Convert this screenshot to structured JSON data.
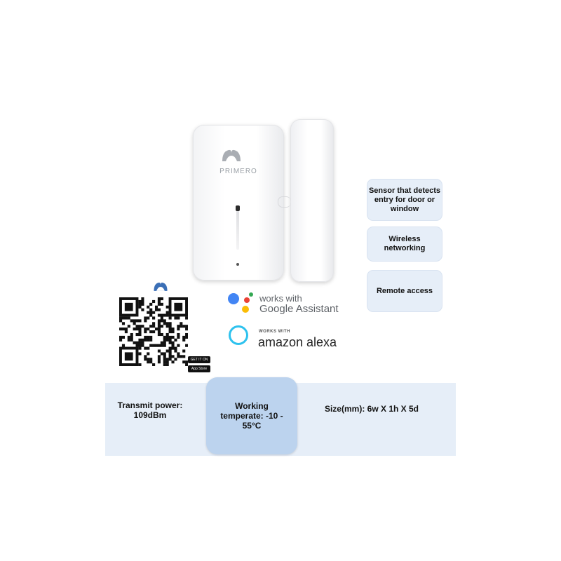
{
  "device": {
    "brand": "PRIMERO"
  },
  "features": [
    "Sensor that detects entry for door or window",
    "Wireless networking",
    "Remote access"
  ],
  "qr": {
    "badges": [
      "GET IT ON",
      "App Store"
    ]
  },
  "works_with": {
    "google_line1": "works with",
    "google_line2": "Google Assistant",
    "alexa_line1": "WORKS WITH",
    "alexa_line2": "amazon alexa"
  },
  "specs": {
    "transmit": "Transmit power: 109dBm",
    "temperature": "Working temperate: -10 - 55°C",
    "size": "Size(mm): 6w X 1h X 5d"
  },
  "colors": {
    "feature_bg": "#e6eef8",
    "highlight_bg": "#bcd3ee",
    "alexa": "#2ec2ee",
    "google_blue": "#4285f4",
    "google_red": "#ea4335",
    "google_yellow": "#fbbc05",
    "google_green": "#34a853"
  },
  "icons": [
    "primero-logo-icon",
    "google-assistant-icon",
    "alexa-icon",
    "qr-code"
  ]
}
